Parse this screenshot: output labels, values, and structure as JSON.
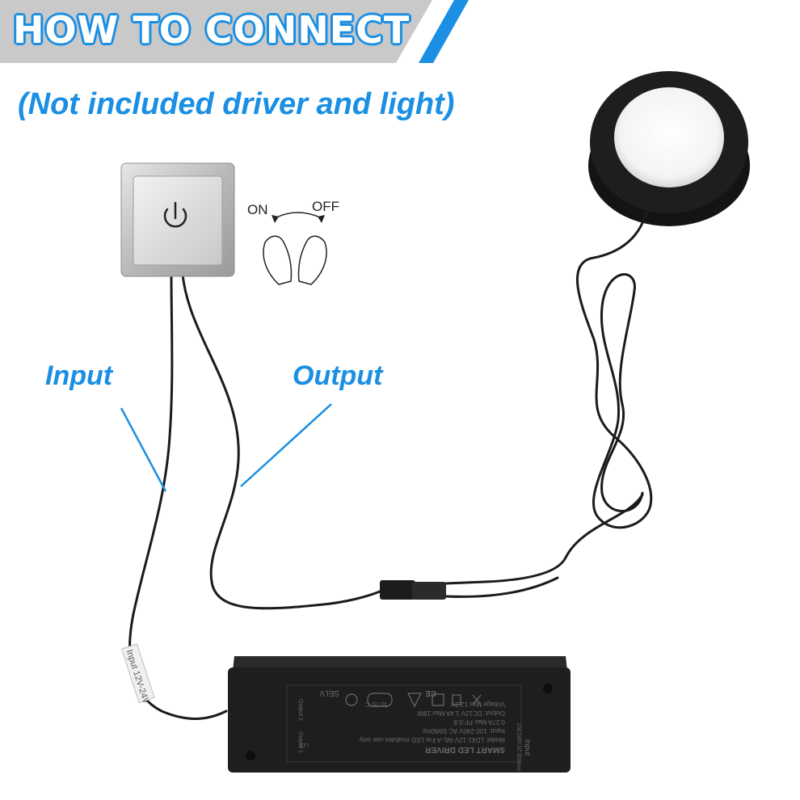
{
  "header": {
    "title": "HOW TO CONNECT",
    "accent_color": "#1a8fe3",
    "banner_color": "#c9c9c9"
  },
  "subtitle": "(Not included driver and light)",
  "switch": {
    "on_label": "ON",
    "off_label": "OFF",
    "icon": "power-icon"
  },
  "labels": {
    "input": "Input",
    "output": "Output"
  },
  "cable_tag": "Input 12V-24V",
  "driver": {
    "heading": "SMART LED DRIVER",
    "model": "Model: LD41-12V-WL-A  For LED modules use only",
    "input_line": "Input: 100-240V AC 50/60Hz",
    "current_line": "0.27A Max  PF:0.8",
    "output_line": "Output: DC12V 1.4A  Max:18W",
    "voltage_line": "Voltage Max:12.2V",
    "temp_line": "Tc:75°C",
    "selv": "SELV",
    "input_port": "Input",
    "output1": "Output 1",
    "output2": "Output 2",
    "led_text": "LED",
    "ce_text": "CE",
    "rating": "100-240V AC 50/60Hz"
  }
}
